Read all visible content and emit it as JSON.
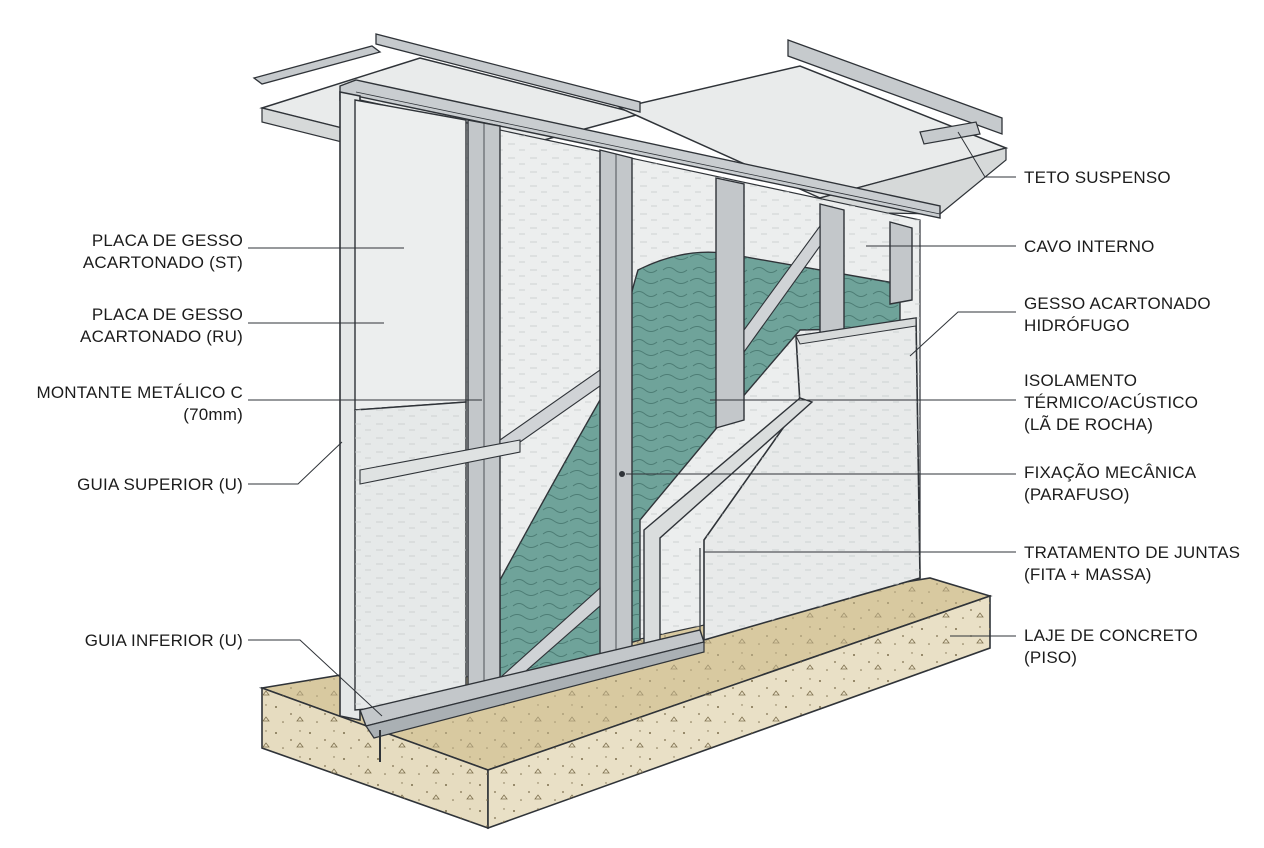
{
  "colors": {
    "stroke": "#2f3338",
    "gypsum": "#eaecec",
    "gypsum_shade": "#dfe2e2",
    "metal": "#bfc3c7",
    "metal_light": "#d8dbde",
    "insulation": "#6fa39a",
    "insulation_dark": "#4f8078",
    "concrete_top": "#d8c9a0",
    "concrete_side": "#e6dcc0",
    "ceiling": "#e9ebeb"
  },
  "labels_left": [
    {
      "id": "placa-st",
      "lines": [
        "PLACA DE GESSO",
        "ACARTONADO (ST)"
      ]
    },
    {
      "id": "placa-ru",
      "lines": [
        "PLACA DE GESSO",
        "ACARTONADO (RU)"
      ]
    },
    {
      "id": "montante",
      "lines": [
        "MONTANTE METÁLICO C",
        "(70mm)"
      ]
    },
    {
      "id": "guia-superior",
      "lines": [
        "GUIA SUPERIOR (U)"
      ]
    },
    {
      "id": "guia-inferior",
      "lines": [
        "GUIA INFERIOR (U)"
      ]
    }
  ],
  "labels_right": [
    {
      "id": "teto-suspenso",
      "lines": [
        "TETO SUSPENSO"
      ]
    },
    {
      "id": "cavo-interno",
      "lines": [
        "CAVO INTERNO"
      ]
    },
    {
      "id": "gesso-hidrofugo",
      "lines": [
        "GESSO ACARTONADO",
        "HIDRÓFUGO"
      ]
    },
    {
      "id": "isolamento",
      "lines": [
        "ISOLAMENTO",
        "TÉRMICO/ACÚSTICO",
        "(LÃ DE ROCHA)"
      ]
    },
    {
      "id": "fixacao",
      "lines": [
        "FIXAÇÃO MECÂNICA",
        "(PARAFUSO)"
      ]
    },
    {
      "id": "tratamento",
      "lines": [
        "TRATAMENTO DE JUNTAS",
        "(FITA + MASSA)"
      ]
    },
    {
      "id": "laje",
      "lines": [
        "LAJE DE CONCRETO",
        "(PISO)"
      ]
    }
  ]
}
